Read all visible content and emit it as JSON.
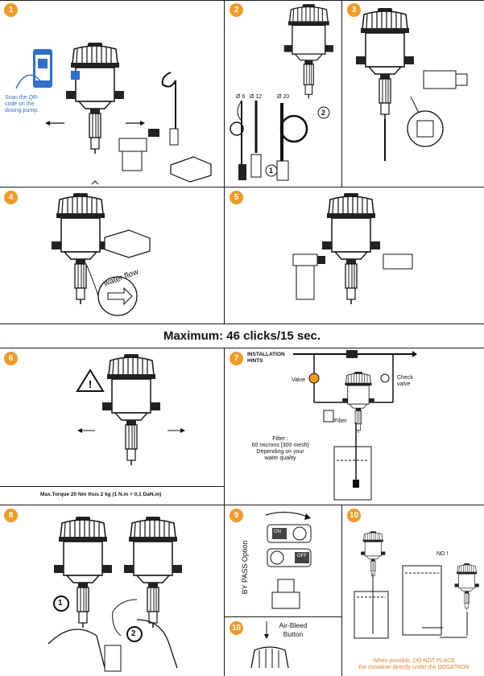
{
  "steps": {
    "s1": {
      "num": "1",
      "qr_note_l1": "Scan the QR-",
      "qr_note_l2": "code on the",
      "qr_note_l3": "dosing pump."
    },
    "s2": {
      "num": "2",
      "d6": "Ø 6",
      "d12": "Ø 12",
      "d20": "Ø 20",
      "callout1": "1",
      "callout2": "2"
    },
    "s3": {
      "num": "3"
    },
    "s4": {
      "num": "4",
      "flow_label": "water flow"
    },
    "s5": {
      "num": "5"
    },
    "s6": {
      "num": "6",
      "torque_note": "Max.Torque 20 Nm thus 2 kg (1 N.m = 0,1 DaN.m)"
    },
    "s7": {
      "num": "7",
      "title_l1": "INSTALLATION",
      "title_l2": "HINTS",
      "valve": "Valve",
      "check_l1": "Check",
      "check_l2": "valve",
      "filter": "Filter",
      "filter_note_l1": "Filter :",
      "filter_note_l2": "60 microns [300 mesh]",
      "filter_note_l3": "Depending on your",
      "filter_note_l4": "water quality"
    },
    "s8": {
      "num": "8",
      "callout1": "1",
      "callout2": "2"
    },
    "s9": {
      "num": "9",
      "bypass_label": "BY PASS Option",
      "on": "ON",
      "off": "OFF"
    },
    "s10a": {
      "num": "10",
      "air_l1": "Air-Bleed",
      "air_l2": "Button"
    },
    "s10b": {
      "num": "10",
      "no_label": "NO !",
      "note_l1": "When possible, DO NOT PLACE",
      "note_l2": "the container directly under the DOSATRON"
    }
  },
  "banner": {
    "text": "Maximum: 46 clicks/15 sec."
  },
  "colors": {
    "badge": "#f29a23",
    "qr_text": "#2f6fd1",
    "warning_note": "#f07d22",
    "phone": "#2f6fd1"
  }
}
